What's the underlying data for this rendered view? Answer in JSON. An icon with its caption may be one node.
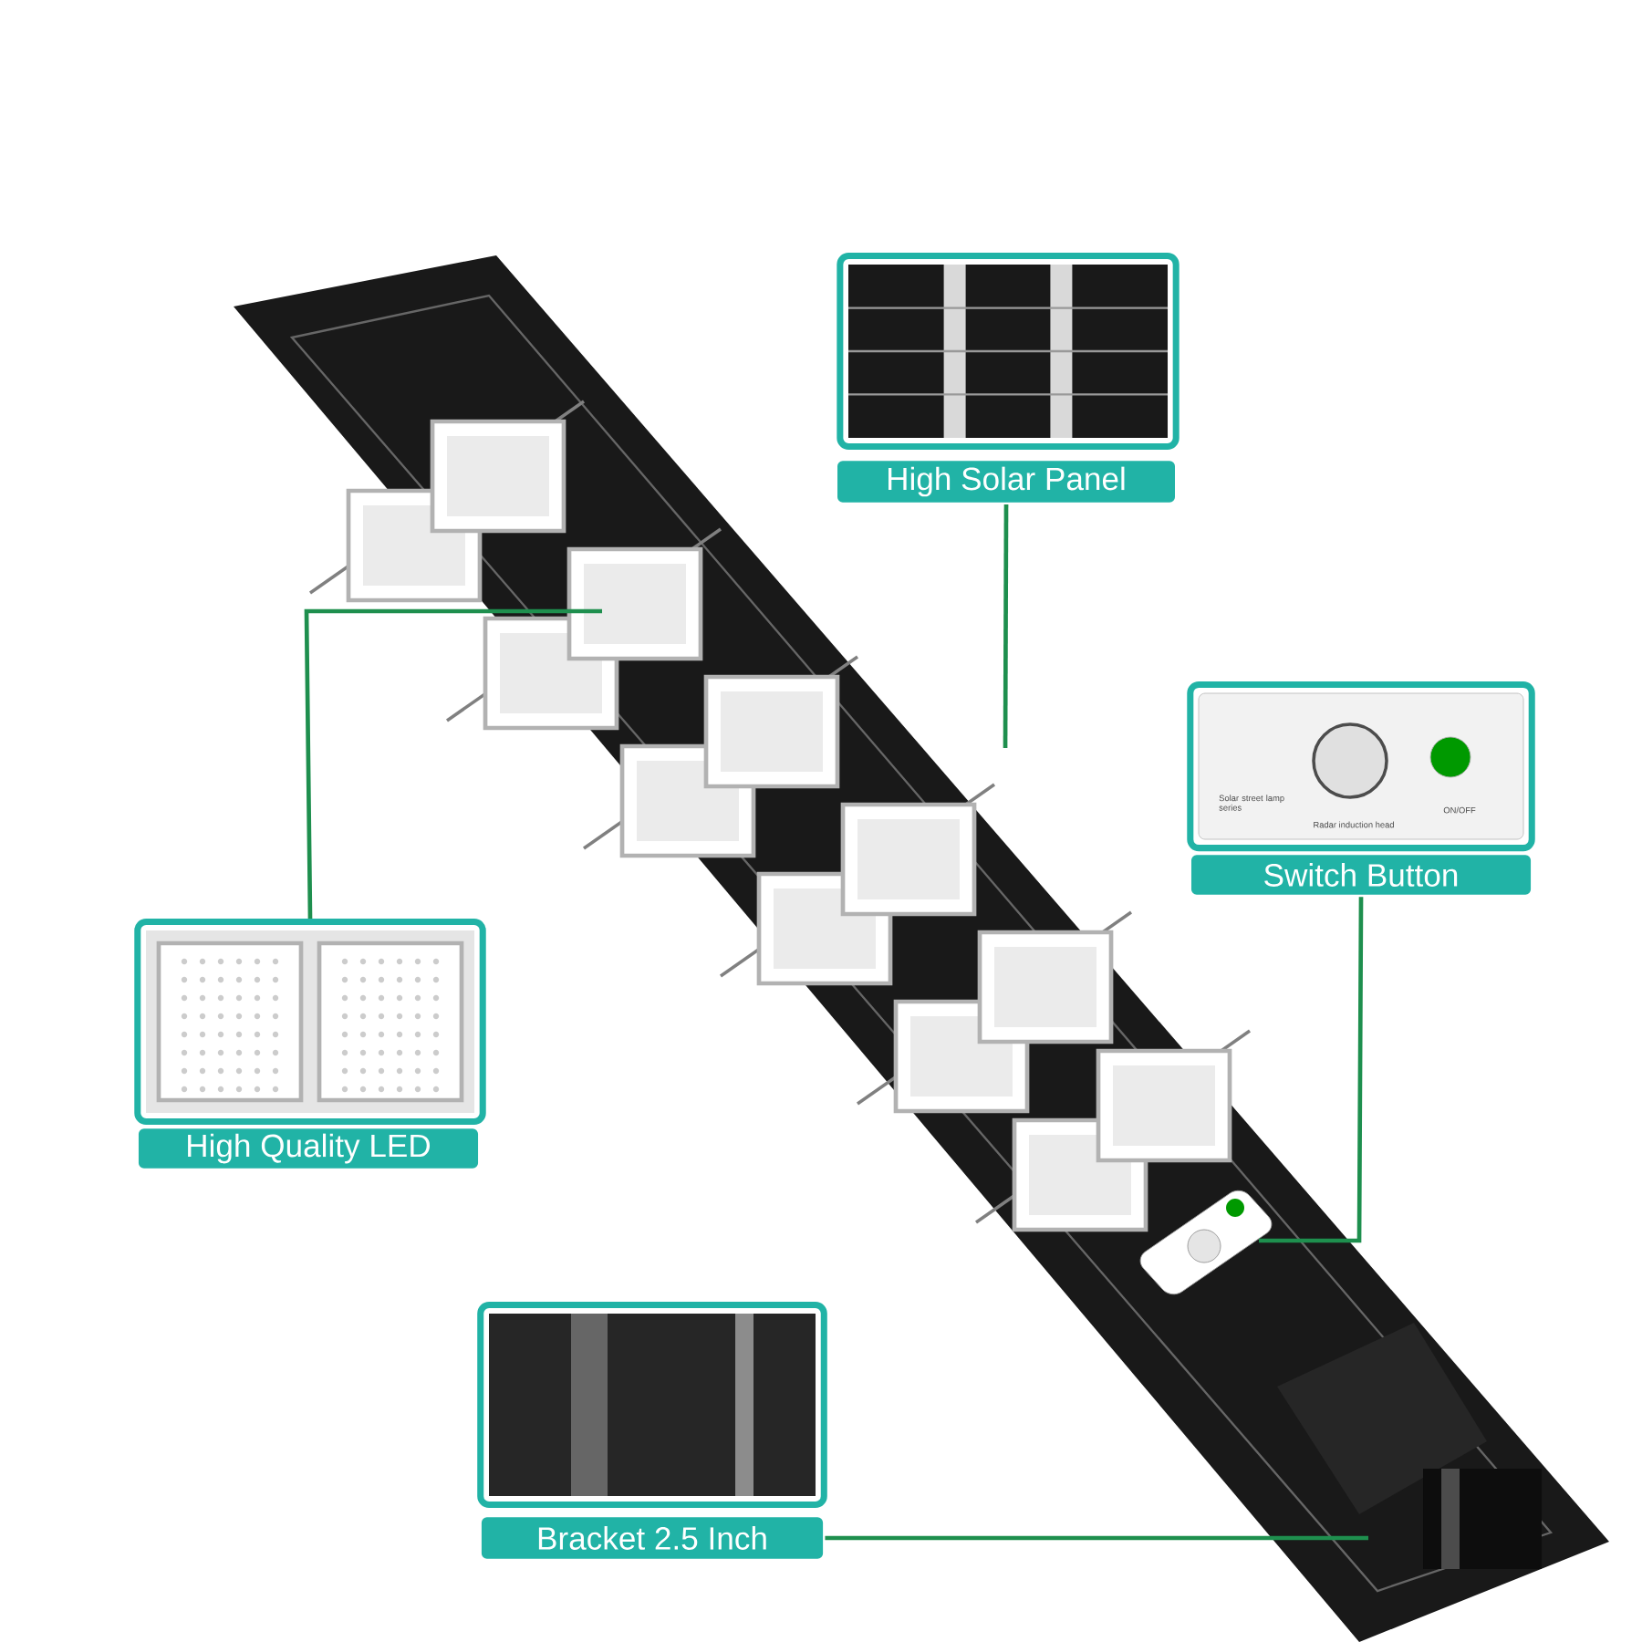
{
  "diagram": {
    "nodes": [
      {
        "text": [],
        "shape": "picture"
      },
      {
        "text": [
          "High Solar Panel"
        ]
      },
      {
        "text": [],
        "shape": "picture"
      },
      {
        "text": [
          "Switch Button"
        ]
      },
      {
        "text": [],
        "shape": "picture"
      },
      {
        "text": [
          "High Quality LED"
        ]
      },
      {
        "text": [],
        "shape": "picture"
      },
      {
        "text": [
          "Bracket 2.5 Inch"
        ]
      }
    ],
    "edges": [
      {
        "from": 1,
        "to": null,
        "arrow": "none"
      },
      {
        "from": 3,
        "to": null,
        "arrow": "none"
      },
      {
        "from": 4,
        "to": null,
        "arrow": "none"
      },
      {
        "from": 7,
        "to": null,
        "arrow": "none"
      }
    ],
    "labels": [
      "Solar street lamp series",
      "Radar induction head",
      "ON/OFF"
    ]
  }
}
